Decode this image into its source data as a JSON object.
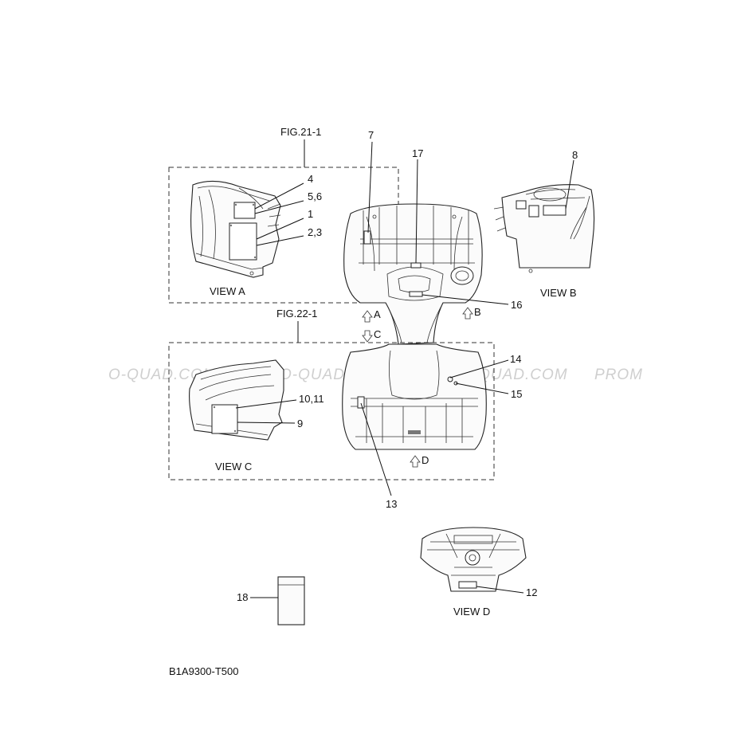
{
  "watermark": [
    "O-QUAD.COM",
    "PROMO-QUAD.COM",
    "PROMO-QUAD.COM",
    "PROM"
  ],
  "figure_refs": {
    "fig21": "FIG.21-1",
    "fig22": "FIG.22-1"
  },
  "views": {
    "a": "VIEW A",
    "b": "VIEW B",
    "c": "VIEW C",
    "d": "VIEW D"
  },
  "view_arrows": {
    "a": "A",
    "b": "B",
    "c": "C",
    "d": "D"
  },
  "callouts": {
    "c1": "1",
    "c4": "4",
    "c56": "5,6",
    "c23": "2,3",
    "c7": "7",
    "c8": "8",
    "c9": "9",
    "c1011": "10,11",
    "c12": "12",
    "c13": "13",
    "c14": "14",
    "c15": "15",
    "c16": "16",
    "c17": "17",
    "c18": "18"
  },
  "diagram_code": "B1A9300-T500",
  "colors": {
    "line": "#111111",
    "watermark": "#cfcfcf",
    "background": "#ffffff"
  }
}
